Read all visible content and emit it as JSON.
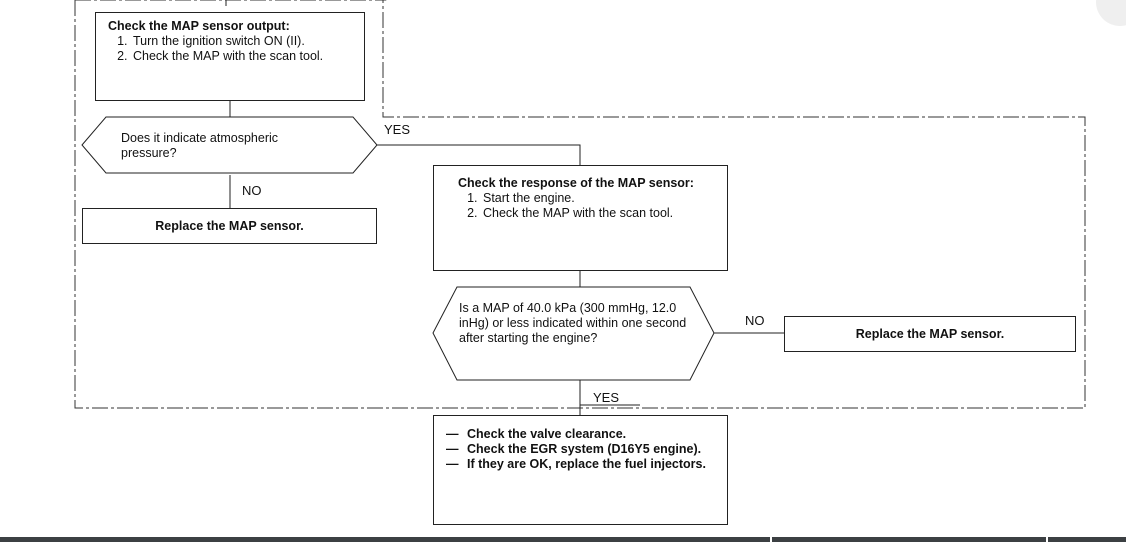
{
  "map_output_box": {
    "title": "Check the MAP sensor output:",
    "steps": [
      "Turn the ignition switch ON (II).",
      "Check the MAP with the scan tool."
    ]
  },
  "decision_atmospheric": {
    "text": "Does it indicate atmospheric pressure?",
    "yes_label": "YES",
    "no_label": "NO"
  },
  "replace_box_left": {
    "text": "Replace the MAP sensor."
  },
  "response_box": {
    "title": "Check the response of the MAP sensor:",
    "steps": [
      "Start the engine.",
      "Check the MAP with the scan tool."
    ]
  },
  "decision_map40": {
    "text": "Is a MAP of 40.0 kPa (300 mmHg, 12.0 inHg) or less indicated within one second after starting the engine?",
    "no_label": "NO",
    "yes_label": "YES"
  },
  "replace_box_right": {
    "text": "Replace the MAP sensor."
  },
  "final_box": {
    "items": [
      "Check the valve clearance.",
      "Check the EGR system (D16Y5 engine).",
      "If they are OK, replace the fuel injectors."
    ]
  }
}
